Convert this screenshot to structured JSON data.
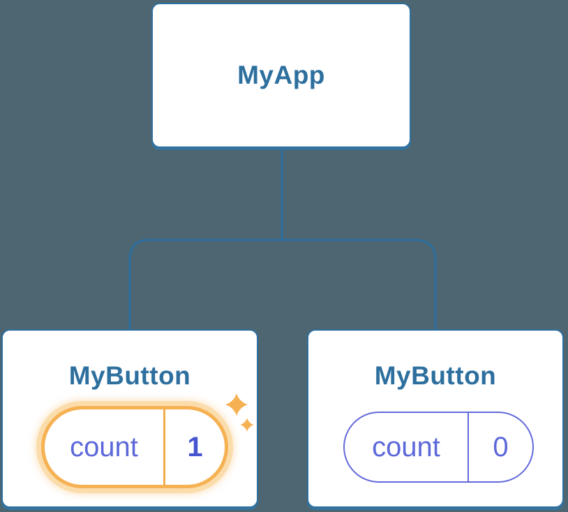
{
  "tree": {
    "root": {
      "label": "MyApp"
    },
    "children": [
      {
        "label": "MyButton",
        "highlighted": true,
        "state": {
          "key": "count",
          "value": "1"
        }
      },
      {
        "label": "MyButton",
        "highlighted": false,
        "state": {
          "key": "count",
          "value": "0"
        }
      }
    ]
  },
  "icons": {
    "sparkle_large": "sparkle-icon",
    "sparkle_small": "sparkle-icon"
  },
  "colors": {
    "canvas_background": "#4d6672",
    "node_background": "#ffffff",
    "node_border": "#2e6f9f",
    "node_label_text": "#2d6f9e",
    "connector_line": "#2e6f9f",
    "state_key_text": "#5c68d9",
    "state_value_highlighted_text": "#4754cf",
    "state_pill_border_normal": "#6269da",
    "highlight_orange": "#f6b153",
    "highlight_glow": "#fbdcab",
    "sparkle": "#f6b153"
  }
}
